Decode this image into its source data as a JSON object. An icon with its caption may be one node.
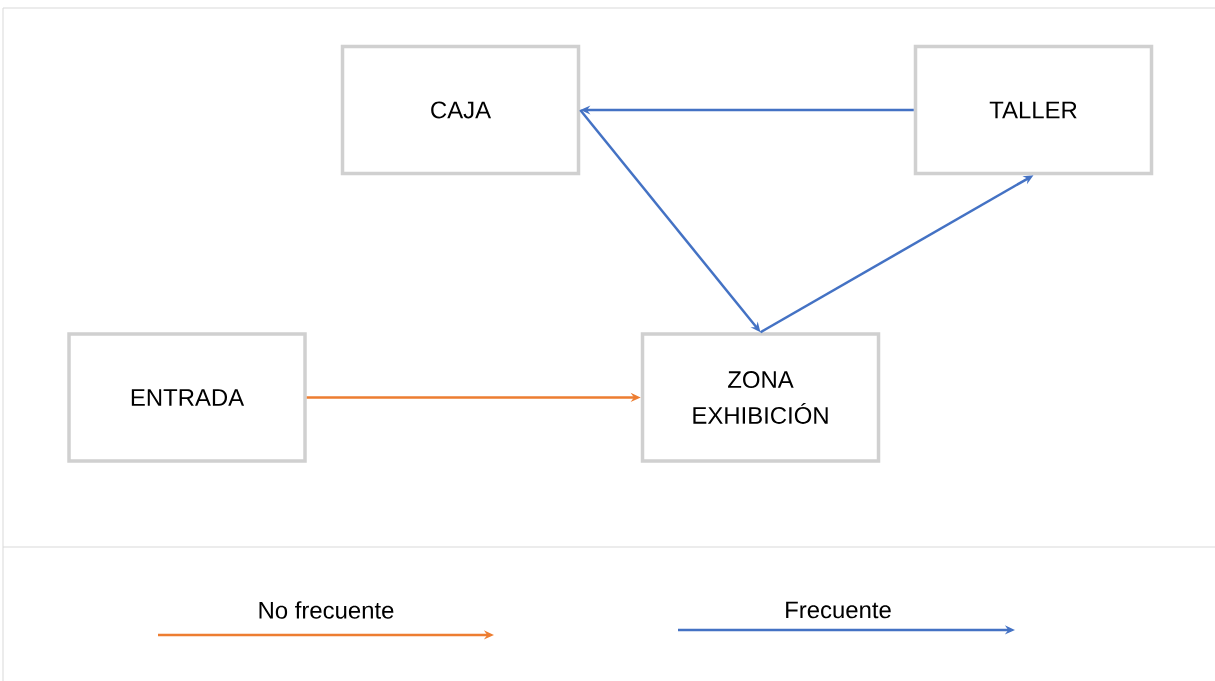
{
  "diagram": {
    "nodes": [
      {
        "text": [
          "CAJA"
        ]
      },
      {
        "text": [
          "TALLER"
        ]
      },
      {
        "text": [
          "ENTRADA"
        ]
      },
      {
        "text": [
          "ZONA EXHIBICIÓN"
        ]
      }
    ],
    "edges": [
      {
        "from": 1,
        "to": 0,
        "arrow": "to"
      },
      {
        "from": 0,
        "to": 3,
        "arrow": "to"
      },
      {
        "from": 3,
        "to": 1,
        "arrow": "to"
      },
      {
        "from": 2,
        "to": 3,
        "arrow": "to",
        "color": "#ed7d31"
      }
    ],
    "legend": [
      {
        "text": "No frecuente",
        "color": "#ed7d31"
      },
      {
        "text": "Frecuente",
        "color": "#4472c4"
      }
    ]
  }
}
